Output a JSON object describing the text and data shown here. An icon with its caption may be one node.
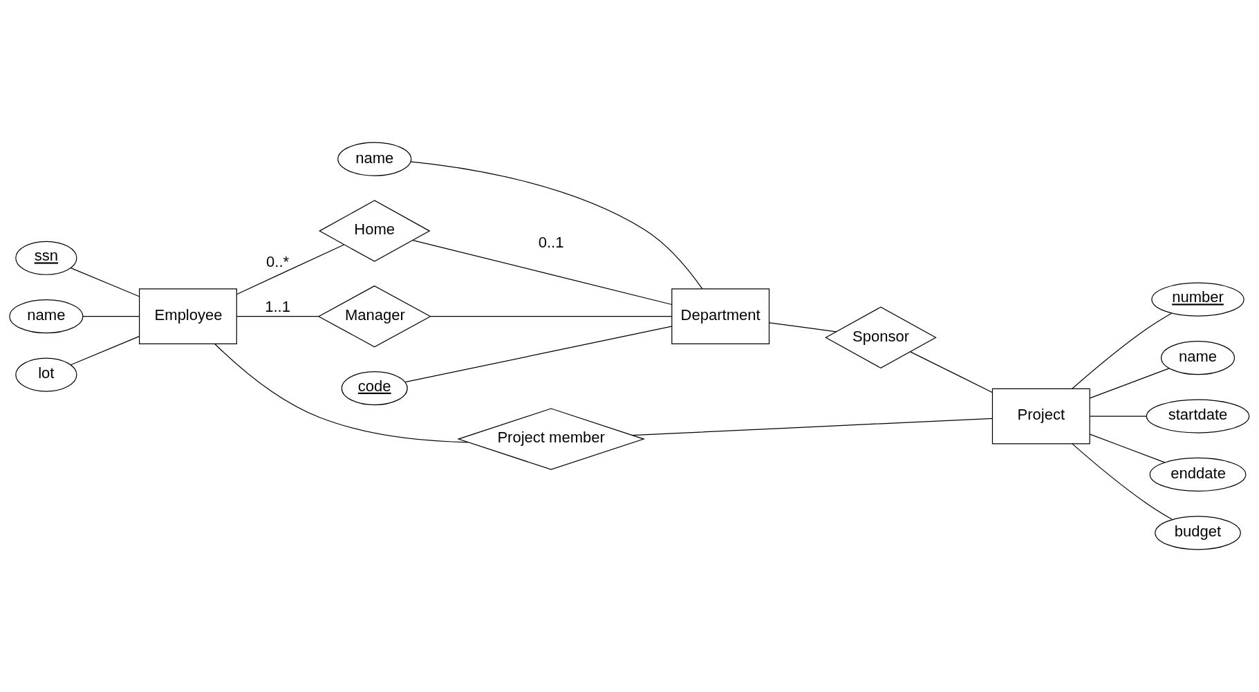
{
  "diagram": {
    "nodes": [
      {
        "text": [
          "ssn"
        ]
      },
      {
        "text": [
          "name"
        ]
      },
      {
        "text": [
          "lot"
        ]
      },
      {
        "text": [
          "Home"
        ]
      },
      {
        "text": [
          "code"
        ]
      },
      {
        "text": [
          "name"
        ]
      },
      {
        "text": [
          "Employee"
        ]
      },
      {
        "text": [
          "Department"
        ]
      },
      {
        "text": [
          "Manager"
        ]
      },
      {
        "text": [
          "Sponsor"
        ]
      },
      {
        "text": [
          "number"
        ]
      },
      {
        "text": [
          "name"
        ]
      },
      {
        "text": [
          "Project member"
        ]
      },
      {
        "text": [
          "Project"
        ]
      },
      {
        "text": [
          "startdate"
        ]
      },
      {
        "text": [
          "enddate"
        ]
      },
      {
        "text": [
          "budget"
        ]
      }
    ],
    "edges": [
      {
        "from": 0,
        "to": 6,
        "arrow": "none"
      },
      {
        "from": 1,
        "to": 6,
        "arrow": "none"
      },
      {
        "from": 2,
        "to": 6,
        "arrow": "none"
      },
      {
        "from": 6,
        "to": 3,
        "arrow": "none",
        "label": "0..*"
      },
      {
        "from": 3,
        "to": 7,
        "arrow": "none",
        "label": "0..1"
      },
      {
        "from": 4,
        "to": 7,
        "arrow": "none"
      },
      {
        "from": 5,
        "to": 7,
        "arrow": "none"
      },
      {
        "from": 6,
        "to": 8,
        "arrow": "none",
        "label": "1..1"
      },
      {
        "from": 8,
        "to": 7,
        "arrow": "none"
      },
      {
        "from": 7,
        "to": 9,
        "arrow": "none"
      },
      {
        "from": 9,
        "to": 13,
        "arrow": "none"
      },
      {
        "from": 6,
        "to": 12,
        "arrow": "none"
      },
      {
        "from": 12,
        "to": 13,
        "arrow": "none"
      },
      {
        "from": 13,
        "to": 10,
        "arrow": "none"
      },
      {
        "from": 13,
        "to": 11,
        "arrow": "none"
      },
      {
        "from": 13,
        "to": 14,
        "arrow": "none"
      },
      {
        "from": 13,
        "to": 15,
        "arrow": "none"
      },
      {
        "from": 13,
        "to": 16,
        "arrow": "none"
      }
    ]
  }
}
